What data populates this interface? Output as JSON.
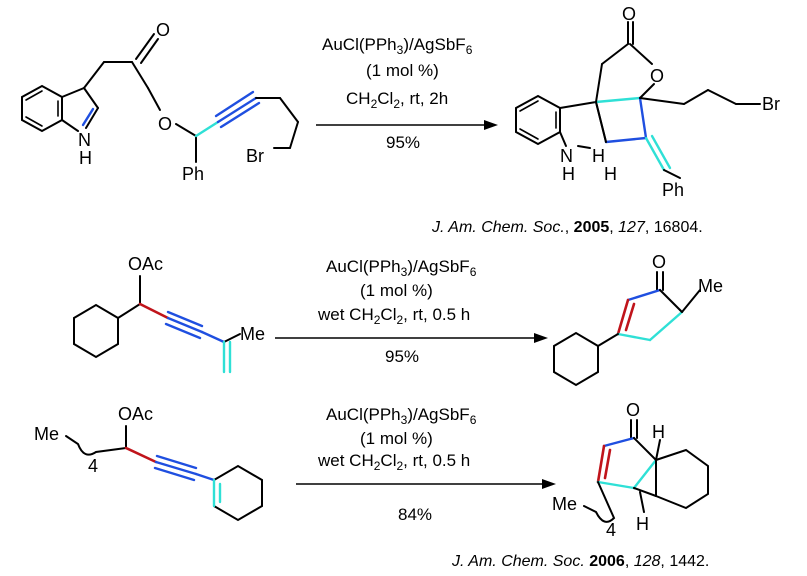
{
  "colors": {
    "blue": "#1f4fe0",
    "cyan": "#2fe0d6",
    "red": "#c0141b"
  },
  "reaction1": {
    "reagent": "AuCl(PPh",
    "reagent_sub": "3",
    "reagent_mid": ")/AgSbF",
    "reagent_sub2": "6",
    "loading": "(1 mol %)",
    "solvent_a": "CH",
    "solvent_sub1": "2",
    "solvent_b": "Cl",
    "solvent_sub2": "2",
    "solvent_c": ", rt, 2h",
    "yield": "95%",
    "atoms": {
      "indole_nh": "N",
      "indole_h": "H",
      "ketone_o": "O",
      "ester_o": "O",
      "ph": "Ph",
      "br": "Br",
      "prod_o": "O",
      "prod_ring_o": "O",
      "prod_nh": "N",
      "prod_h1": "H",
      "prod_h2": "H",
      "prod_h3": "H",
      "prod_ph": "Ph",
      "prod_br": "Br"
    },
    "ref_journal": "J. Am. Chem. Soc.",
    "ref_year": "2005",
    "ref_volume": "127",
    "ref_page": ", 16804."
  },
  "reaction2": {
    "reagent": "AuCl(PPh",
    "reagent_sub": "3",
    "reagent_mid": ")/AgSbF",
    "reagent_sub2": "6",
    "loading": "(1 mol %)",
    "solvent_a": "wet CH",
    "solvent_sub1": "2",
    "solvent_b": "Cl",
    "solvent_sub2": "2",
    "solvent_c": ", rt, 0.5 h",
    "yield": "95%",
    "atoms": {
      "oac": "OAc",
      "me": "Me",
      "prod_o": "O",
      "prod_me": "Me"
    }
  },
  "reaction3": {
    "reagent": "AuCl(PPh",
    "reagent_sub": "3",
    "reagent_mid": ")/AgSbF",
    "reagent_sub2": "6",
    "loading": "(1 mol %)",
    "solvent_a": "wet CH",
    "solvent_sub1": "2",
    "solvent_b": "Cl",
    "solvent_sub2": "2",
    "solvent_c": ", rt, 0.5 h",
    "yield": "84%",
    "atoms": {
      "oac": "OAc",
      "me": "Me",
      "sub4": "4",
      "prod_o": "O",
      "prod_h1": "H",
      "prod_h2": "H",
      "prod_me": "Me",
      "prod_sub4": "4"
    },
    "ref_journal": "J. Am. Chem. Soc.",
    "ref_year": "2006",
    "ref_volume": "128",
    "ref_page": ", 1442."
  }
}
